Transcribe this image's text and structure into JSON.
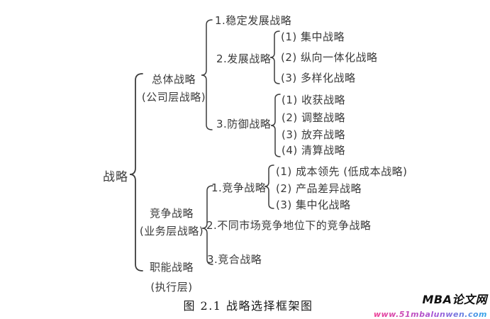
{
  "figure": {
    "root_label": "战略",
    "level1": [
      {
        "line1": "总体战略",
        "line2": "(公司层战略)"
      },
      {
        "line1": "竞争战略",
        "line2": "(业务层战略)"
      },
      {
        "line1": "职能战略",
        "line2": "(执行层)"
      }
    ],
    "corporate": {
      "items": [
        {
          "label": "1.稳定发展战略"
        },
        {
          "label": "2.发展战略",
          "children": [
            "(1) 集中战略",
            "(2) 纵向一体化战略",
            "(3) 多样化战略"
          ]
        },
        {
          "label": "3.防御战略",
          "children": [
            "(1) 收获战略",
            "(2) 调整战略",
            "(3) 放弃战略",
            "(4) 清算战略"
          ]
        }
      ]
    },
    "business": {
      "items": [
        {
          "label": "1.竞争战略",
          "children": [
            "(1) 成本领先 (低成本战略)",
            "(2) 产品差异战略",
            "(3) 集中化战略"
          ]
        },
        {
          "label": "2.不同市场竞争地位下的竞争战略"
        },
        {
          "label": "3.竞合战略"
        }
      ]
    },
    "caption": "图 2.1 战略选择框架图"
  },
  "watermark": {
    "brand": "MBA论文网",
    "url": "www.51mbalunwen.com"
  },
  "colors": {
    "text": "#3a3a3a",
    "line": "#3c3c3c",
    "url_gradient_start": "#ef3f96",
    "url_gradient_mid": "#a356d8",
    "url_gradient_end": "#2fa8ea"
  }
}
